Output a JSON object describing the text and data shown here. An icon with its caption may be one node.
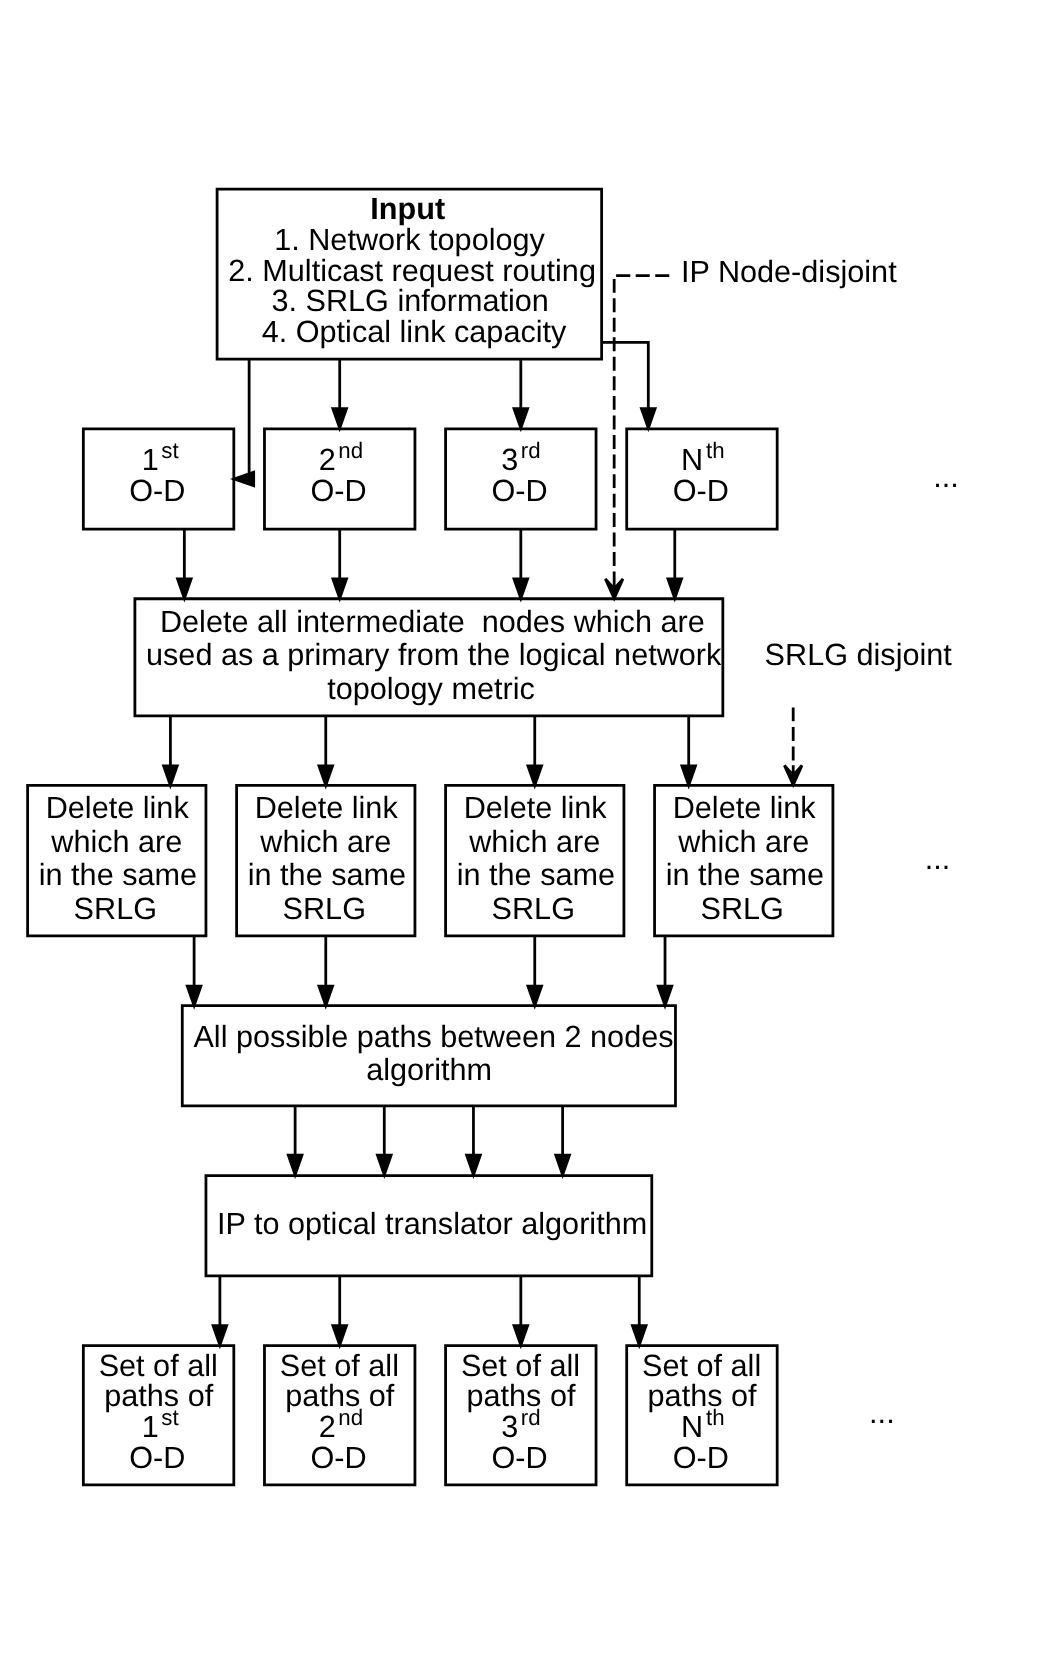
{
  "diagram": {
    "nodes": [
      {
        "text": [
          "Input",
          "1. Network topology",
          "2. Multicast request routing",
          "3. SRLG information",
          "4. Optical link capacity"
        ]
      },
      {
        "text": [
          "1$^{st}$ O-D"
        ]
      },
      {
        "text": [
          "2$^{nd}$ O-D"
        ]
      },
      {
        "text": [
          "3$^{rd}$ O-D"
        ]
      },
      {
        "text": [
          "N$^{th}$ O-D"
        ]
      },
      {
        "text": [
          "Delete all intermediate  nodes which are used as a primary from the logical network topology metric"
        ]
      },
      {
        "text": [
          "Delete link which are in the same SRLG"
        ]
      },
      {
        "text": [
          "Delete link which are in the same SRLG"
        ]
      },
      {
        "text": [
          "Delete link which are in the same SRLG"
        ]
      },
      {
        "text": [
          "Delete link which are in the same SRLG"
        ]
      },
      {
        "text": [
          "All possible paths between 2 nodes algorithm"
        ]
      },
      {
        "text": [
          "IP to optical translator algorithm"
        ]
      },
      {
        "text": [
          "Set of all paths of 1$^{st}$ O-D"
        ]
      },
      {
        "text": [
          "Set of all paths of 2$^{nd}$ O-D"
        ]
      },
      {
        "text": [
          "Set of all paths of 3$^{rd}$ O-D"
        ]
      },
      {
        "text": [
          "Set of all paths of N$^{th}$ O-D"
        ]
      },
      {
        "text": [
          "IP Node-disjoint"
        ]
      },
      {
        "text": [
          "SRLG disjoint"
        ]
      }
    ],
    "edges": [
      {
        "from": 0,
        "to": 1,
        "arrow": "to"
      },
      {
        "from": 0,
        "to": 2,
        "arrow": "to"
      },
      {
        "from": 0,
        "to": 3,
        "arrow": "to"
      },
      {
        "from": 0,
        "to": 4,
        "arrow": "to"
      },
      {
        "from": 1,
        "to": 5,
        "arrow": "to"
      },
      {
        "from": 2,
        "to": 5,
        "arrow": "to"
      },
      {
        "from": 3,
        "to": 5,
        "arrow": "to"
      },
      {
        "from": 4,
        "to": 5,
        "arrow": "to"
      },
      {
        "from": 5,
        "to": 6,
        "arrow": "to"
      },
      {
        "from": 5,
        "to": 7,
        "arrow": "to"
      },
      {
        "from": 5,
        "to": 8,
        "arrow": "to"
      },
      {
        "from": 5,
        "to": 9,
        "arrow": "to"
      },
      {
        "from": 6,
        "to": 10,
        "arrow": "to"
      },
      {
        "from": 7,
        "to": 10,
        "arrow": "to"
      },
      {
        "from": 8,
        "to": 10,
        "arrow": "to"
      },
      {
        "from": 9,
        "to": 10,
        "arrow": "to"
      },
      {
        "from": 10,
        "to": 11,
        "arrow": "to"
      },
      {
        "from": 10,
        "to": 11,
        "arrow": "to"
      },
      {
        "from": 10,
        "to": 11,
        "arrow": "to"
      },
      {
        "from": 10,
        "to": 11,
        "arrow": "to"
      },
      {
        "from": 11,
        "to": 12,
        "arrow": "to"
      },
      {
        "from": 11,
        "to": 13,
        "arrow": "to"
      },
      {
        "from": 11,
        "to": 14,
        "arrow": "to"
      },
      {
        "from": 11,
        "to": 15,
        "arrow": "to"
      },
      {
        "from": 16,
        "to": 5,
        "arrow": "to",
        "style": "dashed"
      },
      {
        "from": 17,
        "to": 9,
        "arrow": "to",
        "style": "dashed"
      }
    ],
    "labels": [
      "...",
      "...",
      "..."
    ]
  }
}
